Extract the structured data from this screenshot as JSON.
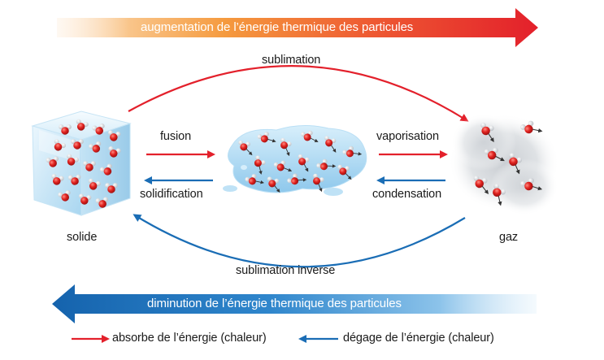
{
  "top_banner": {
    "text": "augmentation de l’énergie thermique des particules"
  },
  "bottom_banner": {
    "text": "diminution de l’énergie thermique des particules"
  },
  "transitions": {
    "sublimation": "sublimation",
    "sublimation_inverse": "sublimation inverse",
    "fusion": "fusion",
    "solidification": "solidification",
    "vaporisation": "vaporisation",
    "condensation": "condensation"
  },
  "states": {
    "solid": "solide",
    "gas": "gaz"
  },
  "legend": {
    "absorb": "absorbe de l’énergie (chaleur)",
    "release": "dégage de l’énergie (chaleur)"
  },
  "colors": {
    "red": "#e3202b",
    "blue": "#1a6db5",
    "orange": "#f7a23a"
  }
}
